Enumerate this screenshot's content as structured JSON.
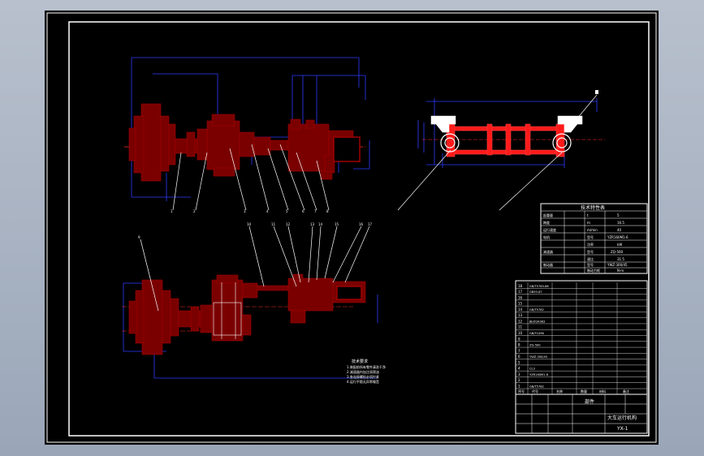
{
  "drawing": {
    "title_name": "大车运行机构",
    "drawing_no": "YX-1",
    "tech_table_title": "技术特性表",
    "tech_rows": [
      [
        "起重量",
        "t",
        "5"
      ],
      [
        "跨度",
        "m",
        "16.5"
      ],
      [
        "运行速度",
        "m/min",
        "40"
      ],
      [
        "电机",
        "型号",
        "YZR160M1-6"
      ],
      [
        "",
        "功率",
        "kW"
      ],
      [
        "减速器",
        "型号",
        "ZQ-500"
      ],
      [
        "",
        "速比",
        "31.5"
      ],
      [
        "制动器",
        "型号",
        "YWZ-300/45"
      ],
      [
        "",
        "制动力矩",
        "N·m"
      ]
    ],
    "bom_rows": [
      [
        "18",
        "GB/T5783-86"
      ],
      [
        "17",
        "GB93-87"
      ],
      [
        "16",
        ""
      ],
      [
        "15",
        ""
      ],
      [
        "14",
        "GB/T5782"
      ],
      [
        "13",
        ""
      ],
      [
        "12",
        "JB/ZQ4383"
      ],
      [
        "11",
        ""
      ],
      [
        "10",
        "GB/T1096"
      ],
      [
        "9",
        ""
      ],
      [
        "8",
        "ZQ-500"
      ],
      [
        "7",
        ""
      ],
      [
        "6",
        "YWZ-300/45"
      ],
      [
        "5",
        ""
      ],
      [
        "4",
        "CL3"
      ],
      [
        "3",
        "YZR160M1-6"
      ],
      [
        "2",
        ""
      ],
      [
        "1",
        "GB/T5782"
      ]
    ],
    "bom_header": [
      "序号",
      "代号",
      "名称",
      "数量",
      "材料",
      "备注"
    ],
    "notes_title": "技术要求",
    "notes": [
      "1.装配前所有零件清洗干净",
      "2.减速器内加注润滑油",
      "3.各连接螺栓必须拧紧",
      "4.运行平稳无异常噪音"
    ],
    "balloons_top": [
      "1",
      "2",
      "3",
      "4",
      "5",
      "6",
      "7",
      "8"
    ],
    "balloons_bottom": [
      "9",
      "10",
      "11",
      "12",
      "13",
      "14",
      "15",
      "16",
      "17"
    ],
    "colors": {
      "part_fill": "#7a0000",
      "dim_line": "#2c3cff",
      "frame": "#ffffff",
      "red_highlight": "#ff1a1a"
    }
  }
}
